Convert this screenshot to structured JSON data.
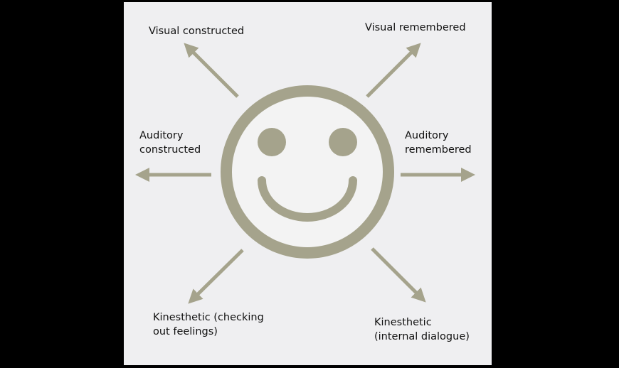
{
  "colors": {
    "background": "#000000",
    "panel": "#efeff1",
    "accent": "#a5a38c",
    "face_fill": "#f3f3f3",
    "text": "#111111"
  },
  "labels": {
    "visual_constructed": {
      "line1": "Visual constructed"
    },
    "visual_remembered": {
      "line1": "Visual remembered"
    },
    "auditory_constructed": {
      "line1": "Auditory",
      "line2": "constructed"
    },
    "auditory_remembered": {
      "line1": "Auditory",
      "line2": "remembered"
    },
    "kinesthetic_feelings": {
      "line1": "Kinesthetic (checking",
      "line2": "out feelings)"
    },
    "kinesthetic_dialogue": {
      "line1": "Kinesthetic",
      "line2": "(internal dialogue)"
    }
  },
  "icons": {
    "face": "smiley-face-icon"
  }
}
